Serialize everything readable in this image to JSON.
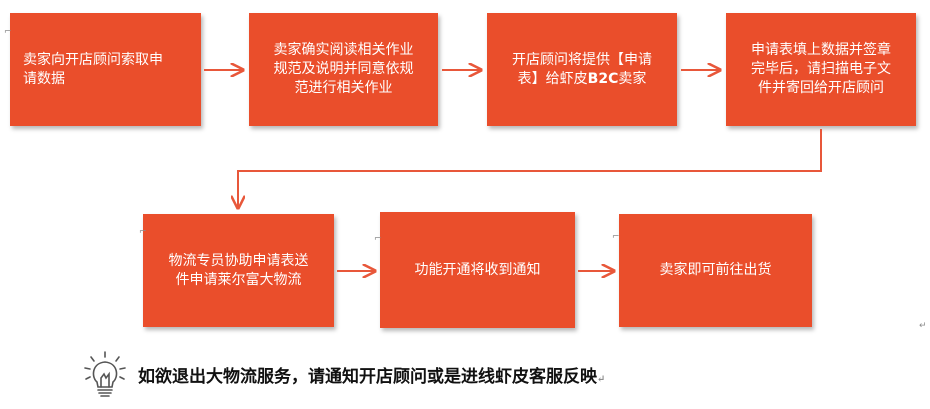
{
  "steps": [
    {
      "id": 1,
      "lines": [
        "卖家向开店顾问索取申",
        "请数据"
      ]
    },
    {
      "id": 2,
      "lines": [
        "卖家确实阅读相关作业",
        "规范及说明并同意依规",
        "范进行相关作业"
      ]
    },
    {
      "id": 3,
      "line1": "开店顾问将提供【申请",
      "line2_pre": "表】给虾皮",
      "line2_bold": "B2C",
      "line2_post": "卖家"
    },
    {
      "id": 4,
      "lines": [
        "申请表填上数据并签章",
        "完毕后，请扫描电子文",
        "件并寄回给开店顾问"
      ]
    },
    {
      "id": 5,
      "lines": [
        "物流专员协助申请表送",
        "件申请莱尔富大物流"
      ]
    },
    {
      "id": 6,
      "lines": [
        "功能开通将收到通知"
      ]
    },
    {
      "id": 7,
      "lines": [
        "卖家即可前往出货"
      ]
    }
  ],
  "note": {
    "text": "如欲退出大物流服务，请通知开店顾问或是进线虾皮客服反映",
    "icon": "lightbulb-icon"
  },
  "colors": {
    "box": "#ea4e2b",
    "arrow": "#e8573a"
  }
}
